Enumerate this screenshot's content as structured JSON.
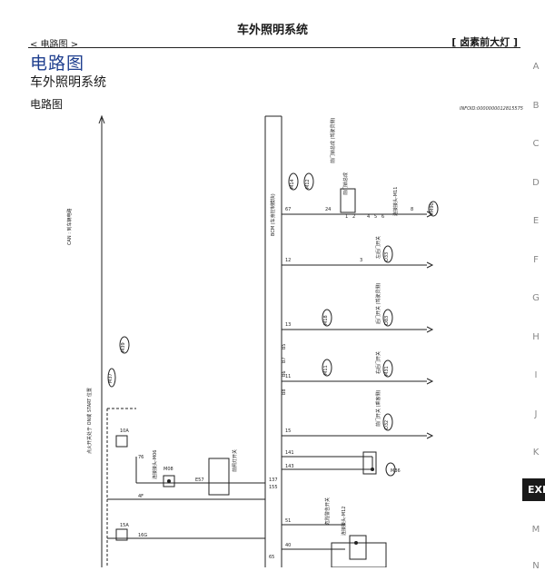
{
  "header": {
    "title": "车外照明系统",
    "breadcrumb": "< 电路图 >",
    "section_tag": "[ 卤素前大灯 ]"
  },
  "main": {
    "title": "电路图",
    "subtitle": "车外照明系统",
    "section": "电路图",
    "info_id": "INFOID:0000000012815575"
  },
  "side_index": [
    "A",
    "B",
    "C",
    "D",
    "E",
    "F",
    "G",
    "H",
    "I",
    "J",
    "K",
    "EXL",
    "M",
    "N"
  ],
  "diagram": {
    "labels": {
      "bcm": "BCM (车身控制模块)",
      "ipdm": "前照灯开关",
      "switch_box": "点火开关处于 ON或 START 位置",
      "conn_m06": "连接接头-M06",
      "conn_m11": "连接接头-M11",
      "conn_m12": "连接接头-M12",
      "can": "CAN : 到车辆电路",
      "door_fl": "左后门开关",
      "door_rl": "后门开关 (驾驶员侧)",
      "door_fr": "右后门开关",
      "door_rr": "前门开关 (乘客侧)",
      "door_lock": "前门锁总成 (驾驶员侧)",
      "hazard": "危险警告开关",
      "ign_switch": "前门锁总成",
      "fuse_10a": "10A",
      "fuse_15a": "15A"
    },
    "pins": [
      "67",
      "12",
      "13",
      "11",
      "15",
      "141",
      "143",
      "137",
      "155",
      "51",
      "40",
      "65",
      "76",
      "4F",
      "16G",
      "24",
      "1",
      "2",
      "3",
      "4",
      "5",
      "6",
      "8"
    ],
    "connectors": [
      "M14",
      "M12",
      "M18",
      "M11",
      "D33",
      "D83",
      "M31",
      "B8",
      "B7",
      "B6",
      "B5",
      "D32",
      "M36",
      "M90",
      "M39",
      "M37",
      "M08",
      "E57"
    ]
  }
}
